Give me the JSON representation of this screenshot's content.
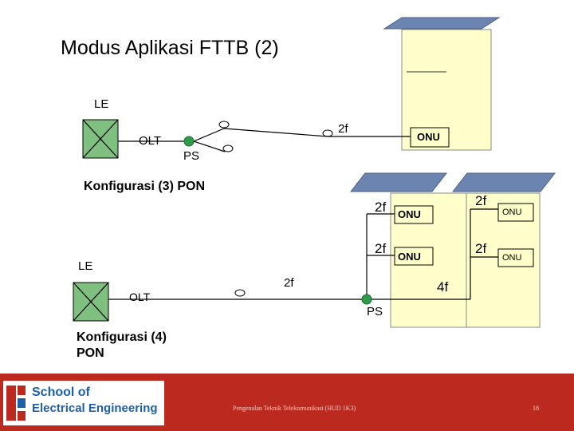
{
  "slide": {
    "title": "Modus Aplikasi FTTB (2)",
    "page_number": "18",
    "footer_text": "Pengenalan Teknik Telekomunikasi (HUD 1K3)"
  },
  "config3": {
    "le_label": "LE",
    "olt_label": "OLT",
    "ps_label": "PS",
    "fiber_label": "2f",
    "onu_label": "ONU",
    "caption": "Konfigurasi (3) PON"
  },
  "config4": {
    "le_label": "LE",
    "olt_label": "OLT",
    "ps_label": "PS",
    "fiber_main": "2f",
    "fiber_4f": "4f",
    "fiber_a": "2f",
    "fiber_b": "2f",
    "fiber_c": "2f",
    "fiber_d": "2f",
    "onu_a": "ONU",
    "onu_b": "ONU",
    "onu_c": "ONU",
    "onu_d": "ONU",
    "caption_line1": "Konfigurasi (4)",
    "caption_line2": "PON"
  },
  "logo": {
    "line1": "School of",
    "line2": "Electrical Engineering"
  },
  "colors": {
    "footer_red": "#bc2a1f",
    "building_fill": "#ffffcc",
    "roof_fill": "#6b84b0",
    "ps_node": "#2e9a4a",
    "logo_blue": "#1f5fa8"
  }
}
